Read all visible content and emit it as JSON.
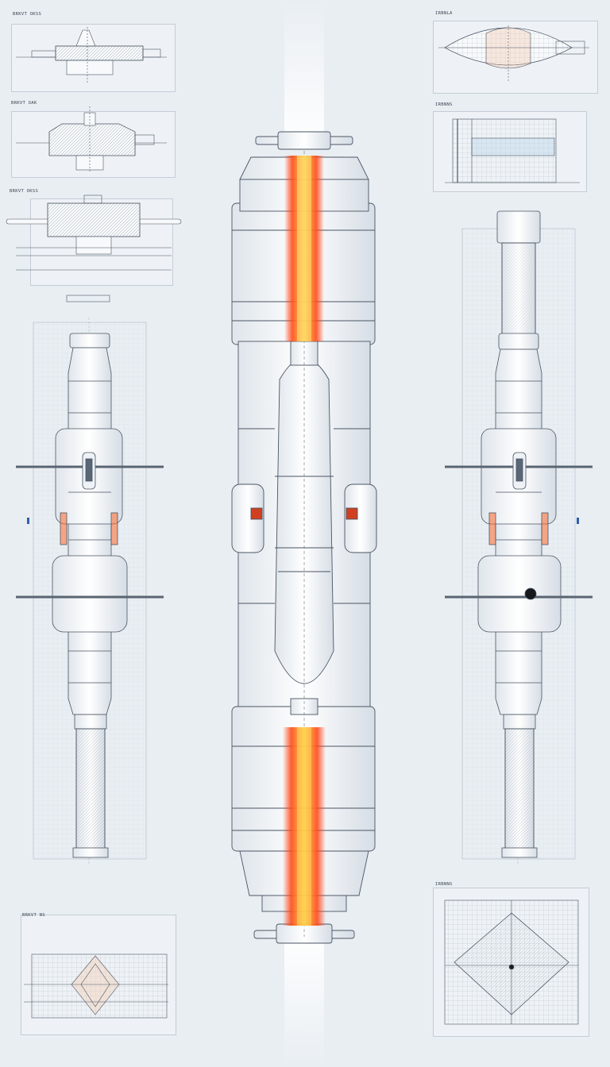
{
  "colors": {
    "background": "#e9eef3",
    "line": "#4a5563",
    "body_fill": "#f4f6f8",
    "exhaust_hot": "#ff4a1a",
    "exhaust_core": "#ffc02a"
  },
  "captions": {
    "top_left_1": "BRKVT OKSS",
    "top_left_2": "BRKVT OAK",
    "top_left_3": "BRKVT OKSS",
    "top_right_1": "IRBNLA",
    "top_right_2": "IRBNNS",
    "bottom_left": "BRKVT NS",
    "bottom_right": "IRBNNS"
  }
}
